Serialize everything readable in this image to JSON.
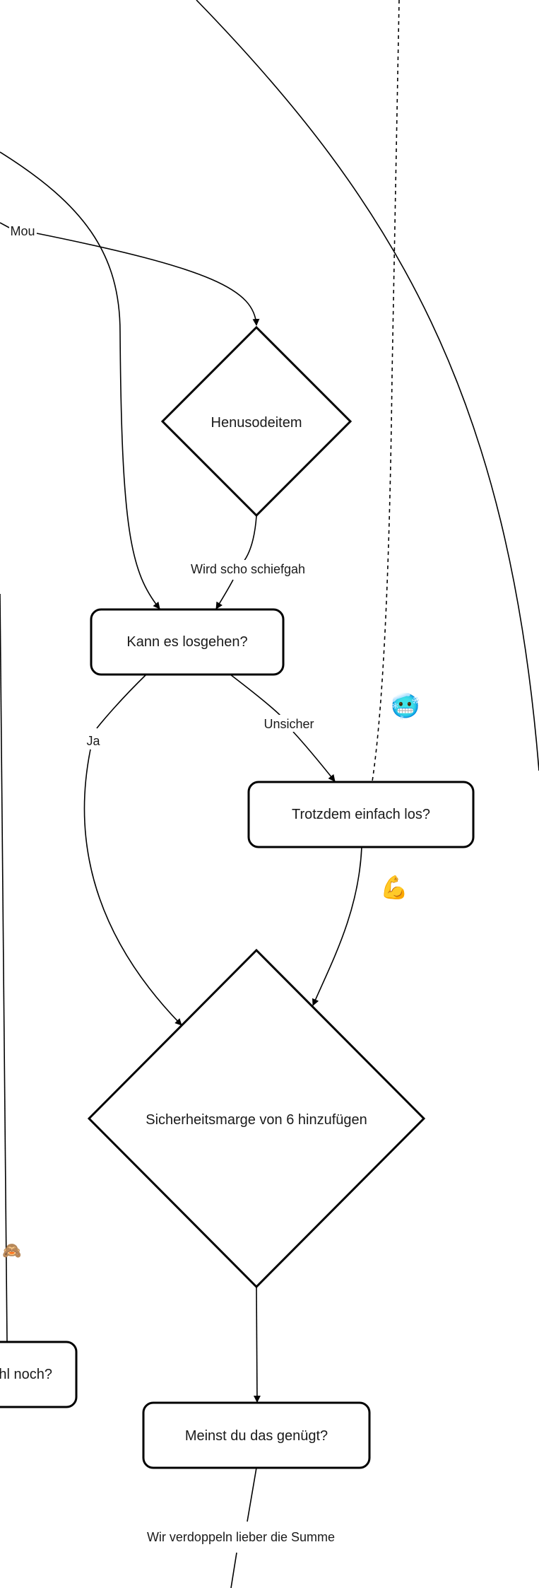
{
  "nodes": {
    "henusodeitem": {
      "label": "Henusodeitem",
      "shape": "diamond"
    },
    "kann_es_losgehen": {
      "label": "Kann es losgehen?",
      "shape": "rounded-rect"
    },
    "trotzdem_einfach_los": {
      "label": "Trotzdem einfach los?",
      "shape": "rounded-rect"
    },
    "sicherheitsmarge": {
      "label": "Sicherheitsmarge von 6 hinzufügen",
      "shape": "diamond"
    },
    "meinst_du": {
      "label": "Meinst du das genügt?",
      "shape": "rounded-rect"
    },
    "partial_left": {
      "label": "hl noch?",
      "shape": "rounded-rect"
    }
  },
  "edge_labels": {
    "mou": "Mou",
    "wird_scho_schiefgah": "Wird scho schiefgah",
    "ja": "Ja",
    "unsicher": "Unsicher",
    "wir_verdoppeln": "Wir verdoppeln lieber die Summe"
  },
  "emojis": {
    "cold_face": {
      "icon": "cold-face-icon",
      "glyph": "🥶"
    },
    "flexed_biceps": {
      "icon": "flexed-biceps-icon",
      "glyph": "💪"
    },
    "see_no_evil_monkey": {
      "icon": "see-no-evil-monkey-icon",
      "glyph": "🙈"
    }
  }
}
